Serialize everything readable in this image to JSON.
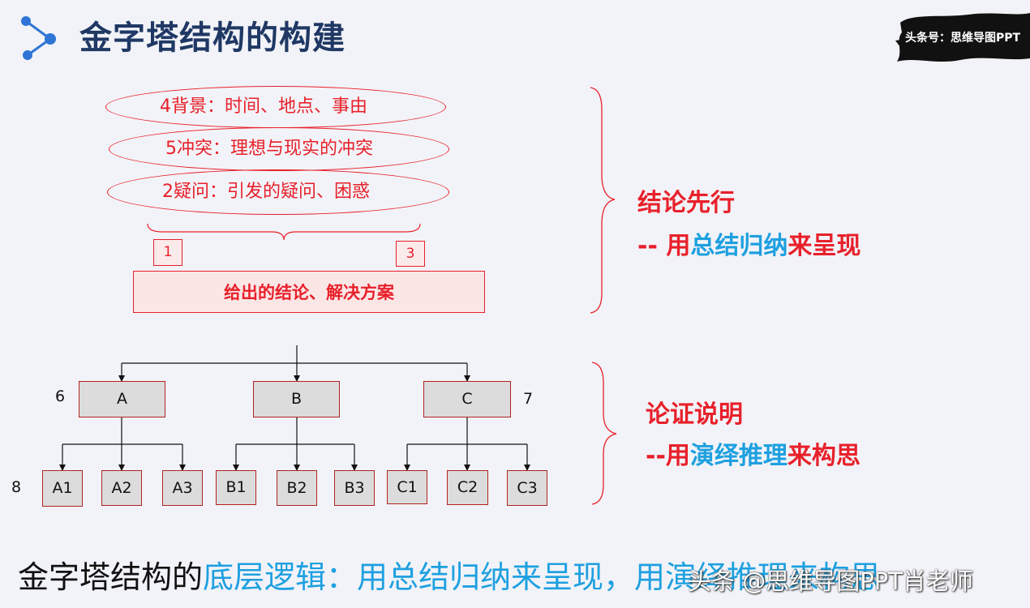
{
  "header": {
    "title": "金字塔结构的构建",
    "logo_text": "头条号：思维导图PPT"
  },
  "top": {
    "ellipses": [
      "4背景：时间、地点、事由",
      "5冲突：理想与现实的冲突",
      "2疑问：引发的疑问、困惑"
    ],
    "box_left": "1",
    "box_right": "3",
    "conclusion": "给出的结论、解决方案"
  },
  "tree": {
    "level1": [
      "A",
      "B",
      "C"
    ],
    "level2": [
      "A1",
      "A2",
      "A3",
      "B1",
      "B2",
      "B3",
      "C1",
      "C2",
      "C3"
    ],
    "label_6": "6",
    "label_7": "7",
    "label_8": "8"
  },
  "side": {
    "top_title": "结论先行",
    "top_sub_prefix": "-- 用",
    "top_sub_blue": "总结归纳",
    "top_sub_suffix": "来呈现",
    "bottom_title": "论证说明",
    "bottom_sub_prefix": "--用",
    "bottom_sub_blue": "演绎推理",
    "bottom_sub_suffix": "来构思"
  },
  "footer": {
    "text_black": "金字塔结构的",
    "text_blue": "底层逻辑：用总结归纳来呈现，用演绎推理来构思",
    "watermark": "头条 @思维导图PPT肖老师"
  },
  "colors": {
    "title": "#1f3864",
    "red": "#e8202a",
    "blue": "#1ea0e0",
    "bracket": "#e8202a"
  }
}
